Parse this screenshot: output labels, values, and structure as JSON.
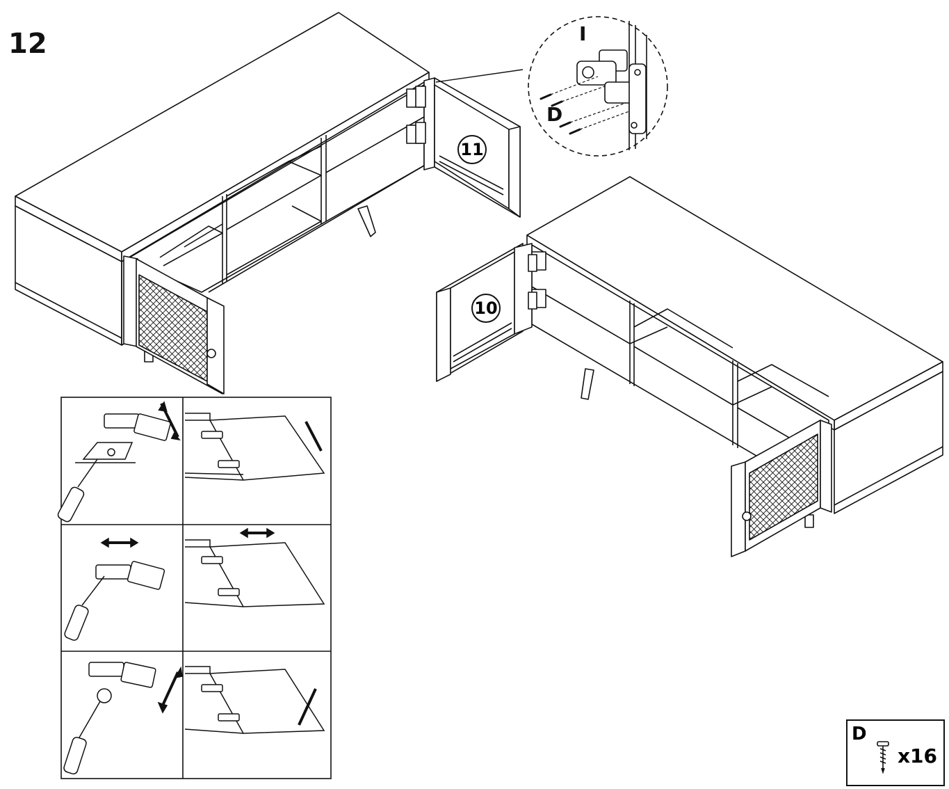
{
  "step": {
    "number": "12"
  },
  "callouts": {
    "hinge_label": "I",
    "screw_label": "D",
    "left_door": "11",
    "right_door": "10"
  },
  "parts": {
    "letter": "D",
    "quantity": "x16",
    "icon": "screw-icon"
  },
  "adjustment_grid": {
    "rows": 3,
    "cols": 2,
    "directions": [
      "vertical",
      "horizontal",
      "diagonal"
    ]
  }
}
